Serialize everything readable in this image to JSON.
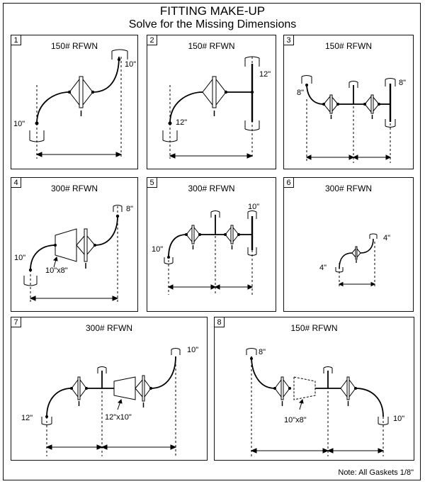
{
  "header": {
    "title": "FITTING MAKE-UP",
    "subtitle": "Solve for the Missing Dimensions"
  },
  "panels": [
    {
      "number": "1",
      "heading": "150# RFWN",
      "labels": [
        "10\"",
        "10\""
      ]
    },
    {
      "number": "2",
      "heading": "150# RFWN",
      "labels": [
        "12\"",
        "12\""
      ]
    },
    {
      "number": "3",
      "heading": "150# RFWN",
      "labels": [
        "8\"",
        "8\""
      ]
    },
    {
      "number": "4",
      "heading": "300# RFWN",
      "labels": [
        "8\"",
        "10\"",
        "10\"x8\""
      ]
    },
    {
      "number": "5",
      "heading": "300# RFWN",
      "labels": [
        "10\"",
        "10\""
      ]
    },
    {
      "number": "6",
      "heading": "300# RFWN",
      "labels": [
        "4\"",
        "4\""
      ]
    },
    {
      "number": "7",
      "heading": "300# RFWN",
      "labels": [
        "10\"",
        "12\"",
        "12\"x10\""
      ]
    },
    {
      "number": "8",
      "heading": "150# RFWN",
      "labels": [
        "8\"",
        "10\"x8\"",
        "10\""
      ]
    }
  ],
  "footer": {
    "note": "Note: All Gaskets 1/8\""
  }
}
